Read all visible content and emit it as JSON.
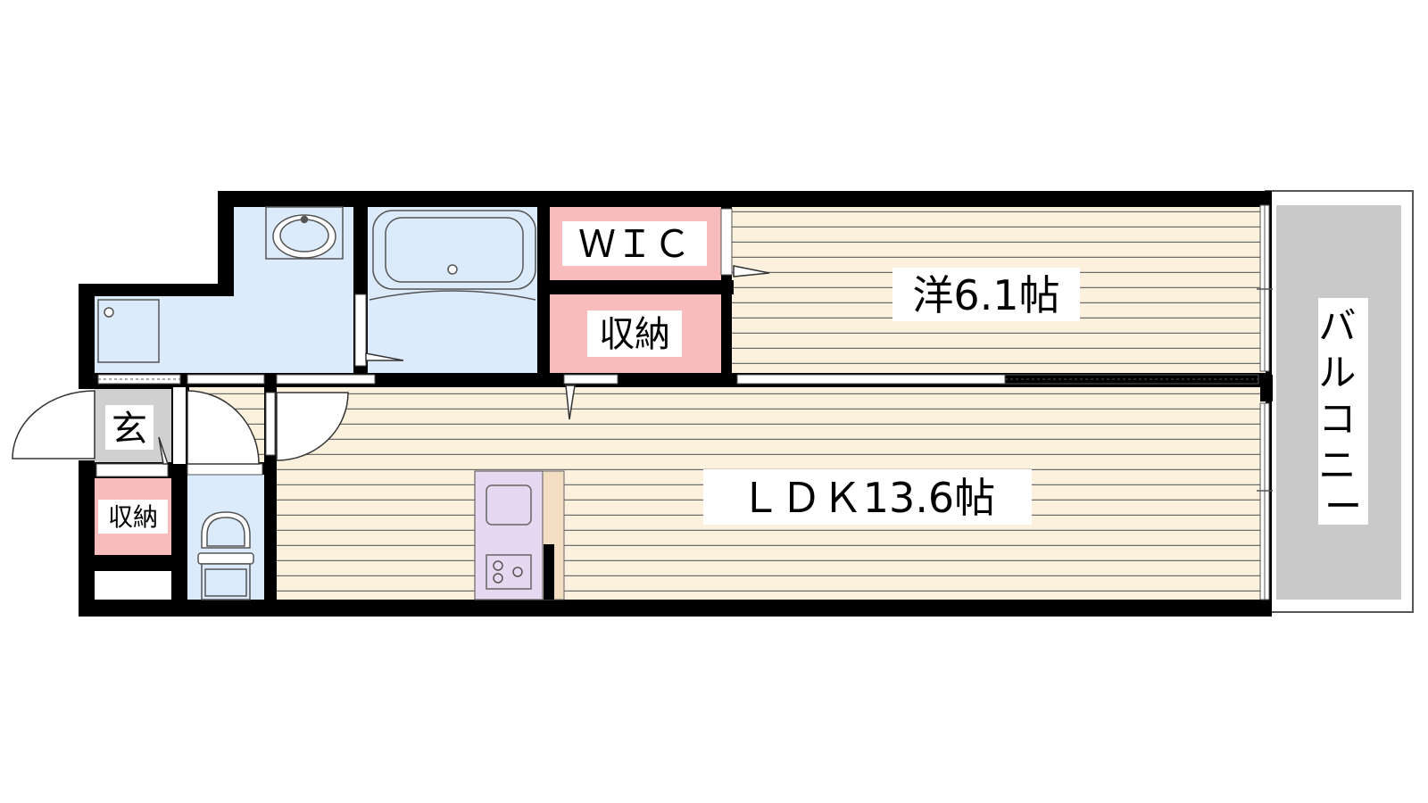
{
  "rooms": {
    "wic": {
      "label": "ＷＩＣ"
    },
    "storage_main": {
      "label": "収納"
    },
    "western_room": {
      "label": "洋6.1帖"
    },
    "ldk": {
      "label": "ＬＤＫ13.6帖"
    },
    "entrance": {
      "label": "玄"
    },
    "storage_entrance": {
      "label": "収納"
    },
    "balcony": {
      "label_chars": [
        "バ",
        "ル",
        "コ",
        "ニ",
        "ー"
      ]
    }
  },
  "colors": {
    "wall": "#000000",
    "floor_wood": "#fbf1dc",
    "floor_line": "#6e6e6e",
    "wet_area": "#dcebfb",
    "storage": "#f9bcbc",
    "kitchen": "#e6d8f1",
    "balcony": "#c9c9c9",
    "entrance": "#d0d0d0"
  }
}
